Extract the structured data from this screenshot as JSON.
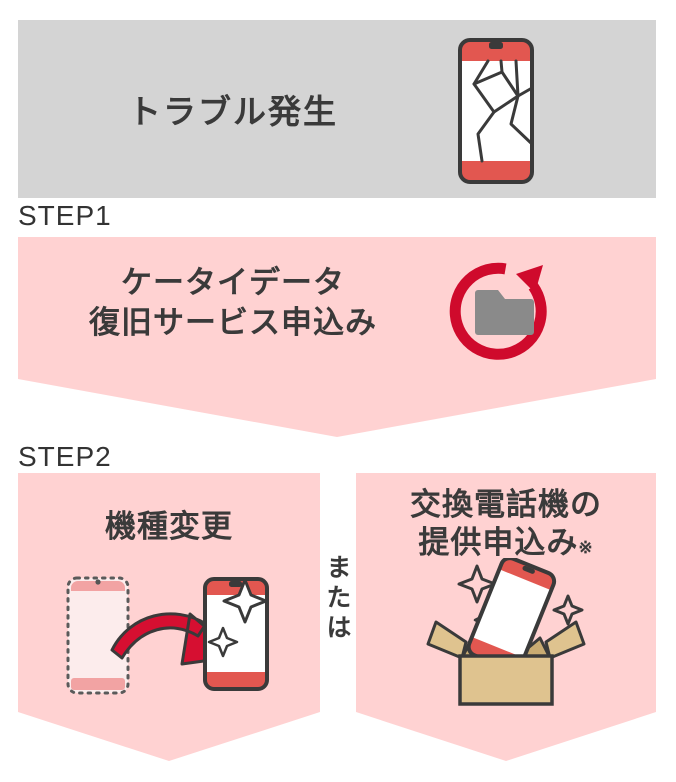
{
  "colors": {
    "background": "#ffffff",
    "gray_panel": "#d4d4d4",
    "pink_panel": "#ffd2d2",
    "accent_crimson": "#cf0a2c",
    "phone_red": "#e25750",
    "faded_phone_pink": "#f2a3a3",
    "faded_phone_fill": "#fcecec",
    "folder_gray": "#8a8a8a",
    "cardboard_tan": "#dfc38f",
    "cardboard_dark": "#c9ab72",
    "text_dark": "#3a3a3a"
  },
  "trouble_section": {
    "title": "トラブル発生",
    "icon": "broken-phone-icon"
  },
  "step1": {
    "badge": "STEP1",
    "title_line1": "ケータイデータ",
    "title_line2": "復旧サービス申込み",
    "icon": "data-restore-icon"
  },
  "step2": {
    "badge": "STEP2",
    "or_label": "または",
    "left_card": {
      "title": "機種変更",
      "icon": "device-upgrade-icon"
    },
    "right_card": {
      "title_line1": "交換電話機の",
      "title_line2": "提供申込み",
      "footnote_mark": "※",
      "icon": "replacement-phone-delivery-icon"
    }
  }
}
